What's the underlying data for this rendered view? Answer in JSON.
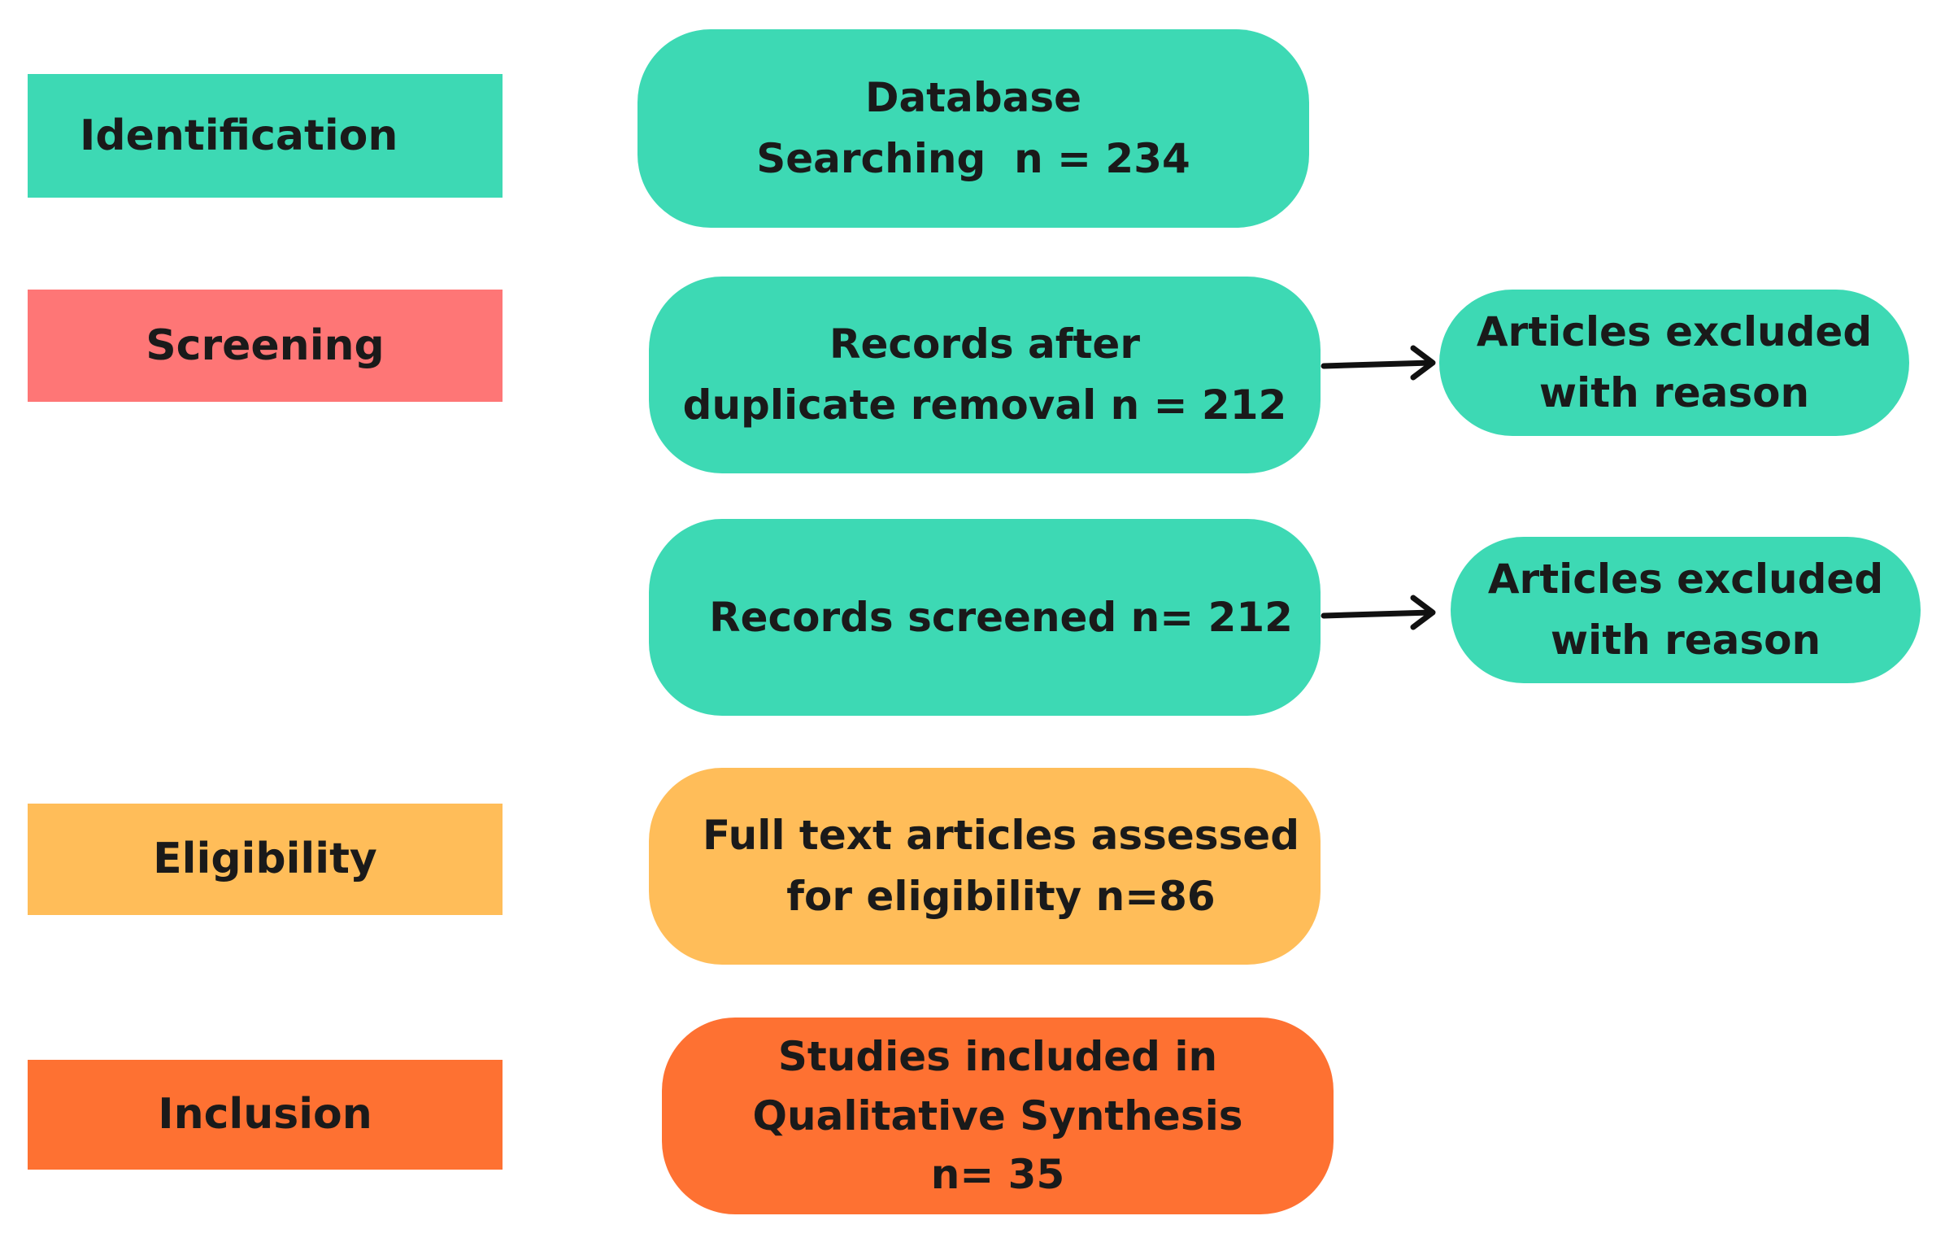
{
  "colors": {
    "identification": "#3dd9b4",
    "screening": "#fe7676",
    "eligibility": "#ffbd59",
    "inclusion": "#fe7132",
    "arrow": "#111111"
  },
  "stages": {
    "identification": "Identification",
    "screening": "Screening",
    "eligibility": "Eligibility",
    "inclusion": "Inclusion"
  },
  "boxes": {
    "database_searching": {
      "line1": "Database",
      "line2": "Searching  n = 234"
    },
    "records_after_duplicates": {
      "line1": "Records after",
      "line2": "duplicate removal n = 212"
    },
    "records_screened": {
      "line1": "Records screened n= 212"
    },
    "full_text_assessed": {
      "line1": "Full text articles assessed",
      "line2": "for eligibility n=86"
    },
    "studies_included": {
      "line1": "Studies included in",
      "line2": "Qualitative Synthesis",
      "line3": "n= 35"
    },
    "excluded_after_duplicates": {
      "line1": "Articles excluded",
      "line2": "with reason"
    },
    "excluded_after_screening": {
      "line1": "Articles excluded",
      "line2": "with reason"
    }
  }
}
